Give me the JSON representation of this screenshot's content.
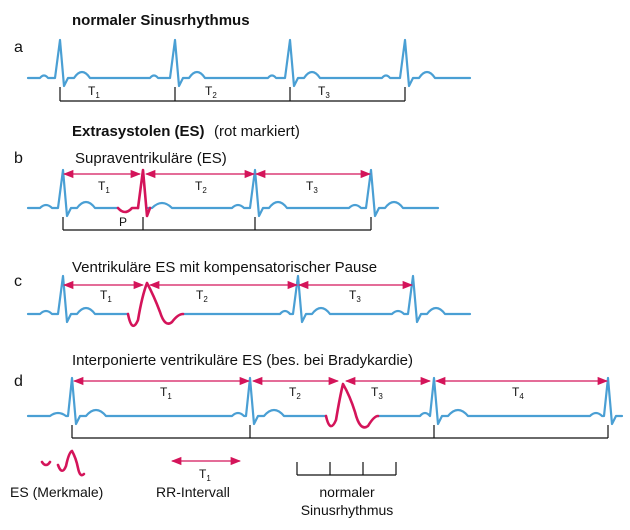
{
  "title": "normaler Sinusrhythmus",
  "section_title_bold": "Extrasystolen (ES)",
  "section_title_note": "(rot markiert)",
  "panels": [
    {
      "letter": "a",
      "intervals": [
        {
          "t": "T",
          "sub": "1"
        },
        {
          "t": "T",
          "sub": "2"
        },
        {
          "t": "T",
          "sub": "3"
        }
      ]
    },
    {
      "letter": "b",
      "caption": "Supraventrikuläre (ES)",
      "p_label": "P",
      "intervals": [
        {
          "t": "T",
          "sub": "1"
        },
        {
          "t": "T",
          "sub": "2"
        },
        {
          "t": "T",
          "sub": "3"
        }
      ]
    },
    {
      "letter": "c",
      "caption": "Ventrikuläre ES mit kompensatorischer Pause",
      "intervals": [
        {
          "t": "T",
          "sub": "1"
        },
        {
          "t": "T",
          "sub": "2"
        },
        {
          "t": "T",
          "sub": "3"
        }
      ]
    },
    {
      "letter": "d",
      "caption": "Interponierte ventrikuläre ES (bes. bei Bradykardie)",
      "intervals": [
        {
          "t": "T",
          "sub": "1"
        },
        {
          "t": "T",
          "sub": "2"
        },
        {
          "t": "T",
          "sub": "3"
        },
        {
          "t": "T",
          "sub": "4"
        }
      ]
    }
  ],
  "legend": {
    "es_label": "ES (Merkmale)",
    "rr_label": "RR-Intervall",
    "rr_sample": {
      "t": "T",
      "sub": "1"
    },
    "normal_label_line1": "normaler",
    "normal_label_line2": "Sinusrhythmus"
  },
  "colors": {
    "ecg": "#4a9fd4",
    "es": "#d4145a",
    "text": "#111111"
  }
}
